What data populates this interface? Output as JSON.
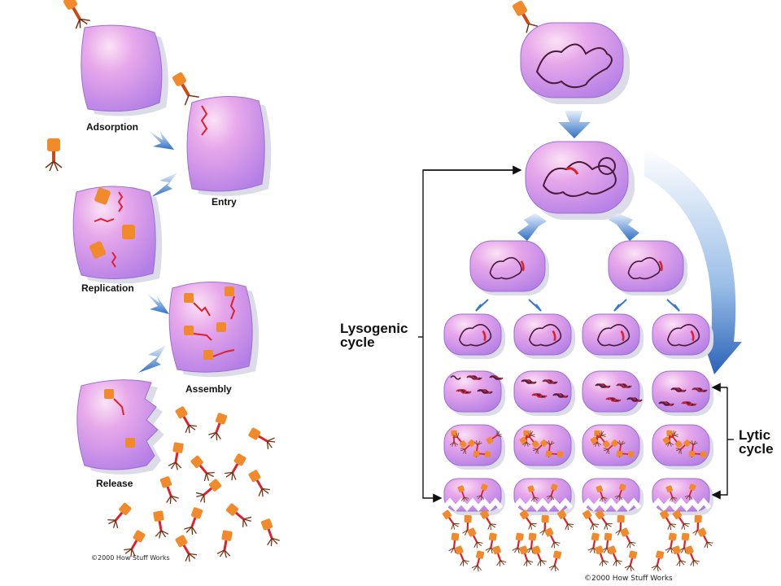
{
  "left_panel": {
    "stages": {
      "adsorption": "Adsorption",
      "entry": "Entry",
      "replication": "Replication",
      "assembly": "Assembly",
      "release": "Release"
    },
    "copyright": "©2000 How Stuff Works"
  },
  "right_panel": {
    "lysogenic_label": [
      "Lysogenic",
      "cycle"
    ],
    "lytic_label": [
      "Lytic",
      "cycle"
    ],
    "copyright": "©2000 How Stuff Works"
  },
  "colors": {
    "cell_fill": "#c48ee8",
    "cell_highlight": "#f2c8f4",
    "cell_shadow": "#d9d9e8",
    "phage_head": "#f08a2a",
    "phage_tail": "#c94a18",
    "dna_dark": "#4a1a3a",
    "dna_red": "#e0202a",
    "arrow_blue": "#3a78c8"
  }
}
